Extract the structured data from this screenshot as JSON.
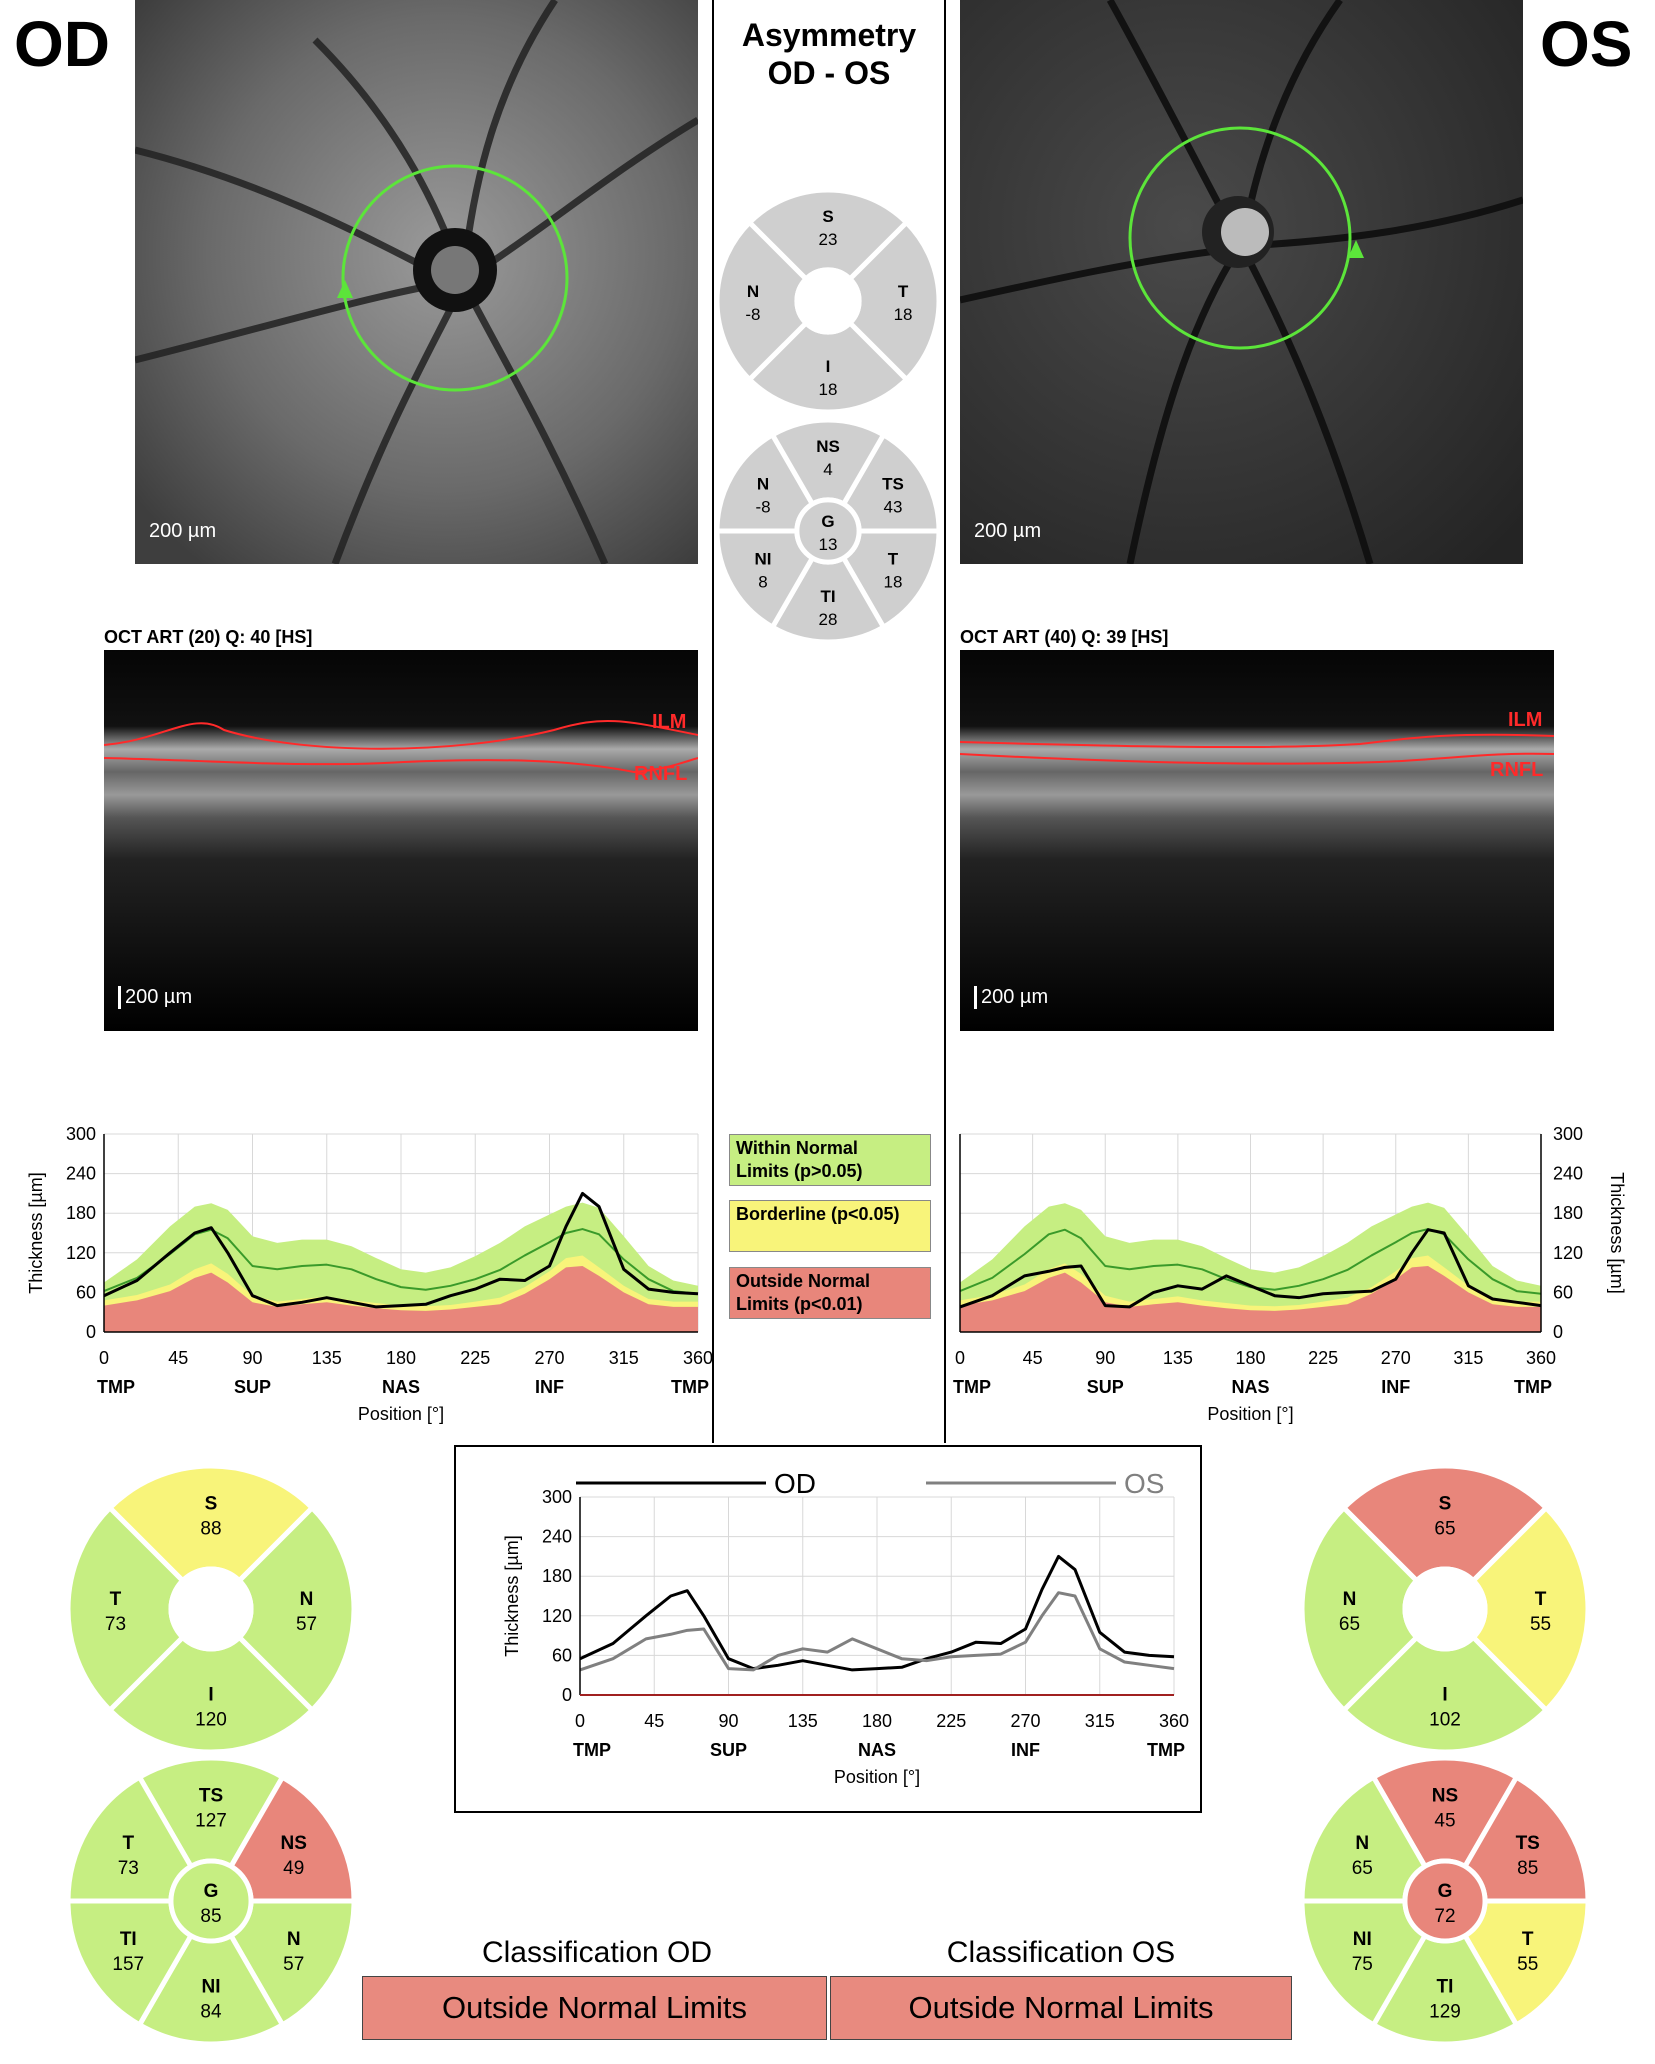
{
  "colors": {
    "green": "#c6ee82",
    "yellow": "#f8f47a",
    "red": "#e8867b",
    "gray": "#cfcfcf",
    "ring": "#5ce53a",
    "od_line": "#000000",
    "os_line": "#808080"
  },
  "od": {
    "label": "OD",
    "fundus_scale": "200 µm",
    "oct_title": "OCT ART (20) Q: 40 [HS]",
    "oct_scale": "200 µm",
    "ilm": "ILM",
    "rnfl": "RNFL",
    "sectors4": [
      {
        "key": "S",
        "value": "88",
        "color": "yellow"
      },
      {
        "key": "N",
        "value": "57",
        "color": "green"
      },
      {
        "key": "I",
        "value": "120",
        "color": "green"
      },
      {
        "key": "T",
        "value": "73",
        "color": "green"
      }
    ],
    "sectors6": [
      {
        "key": "TS",
        "value": "127",
        "color": "green"
      },
      {
        "key": "NS",
        "value": "49",
        "color": "red"
      },
      {
        "key": "N",
        "value": "57",
        "color": "green"
      },
      {
        "key": "NI",
        "value": "84",
        "color": "green"
      },
      {
        "key": "TI",
        "value": "157",
        "color": "green"
      },
      {
        "key": "T",
        "value": "73",
        "color": "green"
      }
    ],
    "global": {
      "key": "G",
      "value": "85",
      "color": "green"
    },
    "classification_title": "Classification OD",
    "classification": "Outside Normal Limits"
  },
  "os": {
    "label": "OS",
    "fundus_scale": "200 µm",
    "oct_title": "OCT ART (40) Q: 39 [HS]",
    "oct_scale": "200 µm",
    "ilm": "ILM",
    "rnfl": "RNFL",
    "sectors4": [
      {
        "key": "S",
        "value": "65",
        "color": "red"
      },
      {
        "key": "T",
        "value": "55",
        "color": "yellow"
      },
      {
        "key": "I",
        "value": "102",
        "color": "green"
      },
      {
        "key": "N",
        "value": "65",
        "color": "green"
      }
    ],
    "sectors6": [
      {
        "key": "NS",
        "value": "45",
        "color": "red"
      },
      {
        "key": "TS",
        "value": "85",
        "color": "red"
      },
      {
        "key": "T",
        "value": "55",
        "color": "yellow"
      },
      {
        "key": "TI",
        "value": "129",
        "color": "green"
      },
      {
        "key": "NI",
        "value": "75",
        "color": "green"
      },
      {
        "key": "N",
        "value": "65",
        "color": "green"
      }
    ],
    "global": {
      "key": "G",
      "value": "72",
      "color": "red"
    },
    "classification_title": "Classification OS",
    "classification": "Outside Normal Limits"
  },
  "asymmetry": {
    "title_line1": "Asymmetry",
    "title_line2": "OD - OS",
    "sectors4": [
      {
        "key": "S",
        "value": "23"
      },
      {
        "key": "T",
        "value": "18"
      },
      {
        "key": "I",
        "value": "18"
      },
      {
        "key": "N",
        "value": "-8"
      }
    ],
    "sectors6": [
      {
        "key": "TS",
        "value": "43"
      },
      {
        "key": "T",
        "value": "18"
      },
      {
        "key": "TI",
        "value": "28"
      },
      {
        "key": "NI",
        "value": "8"
      },
      {
        "key": "N",
        "value": "-8"
      },
      {
        "key": "NS",
        "value": "4"
      }
    ],
    "global": {
      "key": "G",
      "value": "13"
    }
  },
  "legend": {
    "within_1": "Within Normal",
    "within_2": "Limits (p>0.05)",
    "borderline": "Borderline (p<0.05)",
    "outside_1": "Outside Normal",
    "outside_2": "Limits (p<0.01)"
  },
  "chart_data": [
    {
      "type": "area",
      "title": "",
      "eye": "OD",
      "ylabel": "Thickness [µm]",
      "xlabel": "Position [°]",
      "xlim": [
        0,
        360
      ],
      "ylim": [
        0,
        300
      ],
      "xticks": [
        0,
        45,
        90,
        135,
        180,
        225,
        270,
        315,
        360
      ],
      "yticks": [
        0,
        60,
        120,
        180,
        240,
        300
      ],
      "xticks_text": [
        "0",
        "45",
        "90",
        "135",
        "180",
        "225",
        "270",
        "315",
        "360"
      ],
      "yticks_text": [
        "0",
        "60",
        "120",
        "180",
        "240",
        "300"
      ],
      "sector_labels": [
        "TMP",
        "SUP",
        "NAS",
        "INF",
        "TMP"
      ],
      "x": [
        0,
        20,
        40,
        55,
        65,
        75,
        90,
        105,
        120,
        135,
        150,
        165,
        180,
        195,
        210,
        225,
        240,
        255,
        270,
        280,
        290,
        300,
        315,
        330,
        345,
        360
      ],
      "red_band": [
        40,
        48,
        62,
        82,
        90,
        75,
        45,
        38,
        42,
        45,
        40,
        36,
        33,
        32,
        34,
        38,
        42,
        58,
        80,
        98,
        100,
        85,
        60,
        42,
        38,
        38
      ],
      "yellow_band": [
        48,
        56,
        72,
        95,
        104,
        88,
        55,
        46,
        50,
        54,
        48,
        44,
        40,
        39,
        41,
        46,
        52,
        68,
        92,
        112,
        116,
        98,
        70,
        50,
        46,
        46
      ],
      "green_band": [
        75,
        110,
        160,
        190,
        195,
        185,
        145,
        135,
        140,
        140,
        130,
        112,
        95,
        90,
        98,
        115,
        135,
        160,
        178,
        190,
        196,
        188,
        145,
        100,
        78,
        70
      ],
      "mean": [
        62,
        82,
        118,
        148,
        155,
        142,
        100,
        95,
        100,
        102,
        95,
        80,
        68,
        64,
        70,
        80,
        94,
        116,
        136,
        150,
        156,
        148,
        110,
        80,
        62,
        58
      ],
      "series": [
        {
          "name": "OD",
          "values": [
            55,
            78,
            120,
            150,
            158,
            120,
            55,
            40,
            45,
            52,
            45,
            38,
            40,
            42,
            55,
            65,
            80,
            78,
            100,
            160,
            210,
            190,
            95,
            65,
            60,
            58
          ]
        }
      ]
    },
    {
      "type": "area",
      "title": "",
      "eye": "OS",
      "ylabel": "Thickness [µm]",
      "xlabel": "Position [°]",
      "xlim": [
        0,
        360
      ],
      "ylim": [
        0,
        300
      ],
      "xticks": [
        0,
        45,
        90,
        135,
        180,
        225,
        270,
        315,
        360
      ],
      "yticks": [
        0,
        60,
        120,
        180,
        240,
        300
      ],
      "xticks_text": [
        "0",
        "45",
        "90",
        "135",
        "180",
        "225",
        "270",
        "315",
        "360"
      ],
      "yticks_text": [
        "0",
        "60",
        "120",
        "180",
        "240",
        "300"
      ],
      "sector_labels": [
        "TMP",
        "SUP",
        "NAS",
        "INF",
        "TMP"
      ],
      "x": [
        0,
        20,
        40,
        55,
        65,
        75,
        90,
        105,
        120,
        135,
        150,
        165,
        180,
        195,
        210,
        225,
        240,
        255,
        270,
        280,
        290,
        300,
        315,
        330,
        345,
        360
      ],
      "red_band": [
        40,
        48,
        62,
        82,
        90,
        75,
        45,
        38,
        42,
        45,
        40,
        36,
        33,
        32,
        34,
        38,
        42,
        58,
        80,
        98,
        100,
        85,
        60,
        42,
        38,
        38
      ],
      "yellow_band": [
        48,
        56,
        72,
        95,
        104,
        88,
        55,
        46,
        50,
        54,
        48,
        44,
        40,
        39,
        41,
        46,
        52,
        68,
        92,
        112,
        116,
        98,
        70,
        50,
        46,
        46
      ],
      "green_band": [
        75,
        110,
        160,
        190,
        195,
        185,
        145,
        135,
        140,
        140,
        130,
        112,
        95,
        90,
        98,
        115,
        135,
        160,
        178,
        190,
        196,
        188,
        145,
        100,
        78,
        70
      ],
      "mean": [
        62,
        82,
        118,
        148,
        155,
        142,
        100,
        95,
        100,
        102,
        95,
        80,
        68,
        64,
        70,
        80,
        94,
        116,
        136,
        150,
        156,
        148,
        110,
        80,
        62,
        58
      ],
      "series": [
        {
          "name": "OS",
          "values": [
            38,
            55,
            85,
            92,
            98,
            100,
            40,
            38,
            60,
            70,
            65,
            85,
            70,
            55,
            52,
            58,
            60,
            62,
            80,
            120,
            155,
            150,
            70,
            50,
            45,
            40
          ]
        }
      ]
    },
    {
      "type": "line",
      "title": "",
      "ylabel": "Thickness [µm]",
      "xlabel": "Position [°]",
      "xlim": [
        0,
        360
      ],
      "ylim": [
        0,
        300
      ],
      "xticks": [
        0,
        45,
        90,
        135,
        180,
        225,
        270,
        315,
        360
      ],
      "yticks": [
        0,
        60,
        120,
        180,
        240,
        300
      ],
      "xticks_text": [
        "0",
        "45",
        "90",
        "135",
        "180",
        "225",
        "270",
        "315",
        "360"
      ],
      "yticks_text": [
        "0",
        "60",
        "120",
        "180",
        "240",
        "300"
      ],
      "sector_labels": [
        "TMP",
        "SUP",
        "NAS",
        "INF",
        "TMP"
      ],
      "x": [
        0,
        20,
        40,
        55,
        65,
        75,
        90,
        105,
        120,
        135,
        150,
        165,
        180,
        195,
        210,
        225,
        240,
        255,
        270,
        280,
        290,
        300,
        315,
        330,
        345,
        360
      ],
      "series": [
        {
          "name": "OD",
          "values": [
            55,
            78,
            120,
            150,
            158,
            120,
            55,
            40,
            45,
            52,
            45,
            38,
            40,
            42,
            55,
            65,
            80,
            78,
            100,
            160,
            210,
            190,
            95,
            65,
            60,
            58
          ]
        },
        {
          "name": "OS",
          "values": [
            38,
            55,
            85,
            92,
            98,
            100,
            40,
            38,
            60,
            70,
            65,
            85,
            70,
            55,
            52,
            58,
            60,
            62,
            80,
            120,
            155,
            150,
            70,
            50,
            45,
            40
          ]
        }
      ]
    }
  ]
}
